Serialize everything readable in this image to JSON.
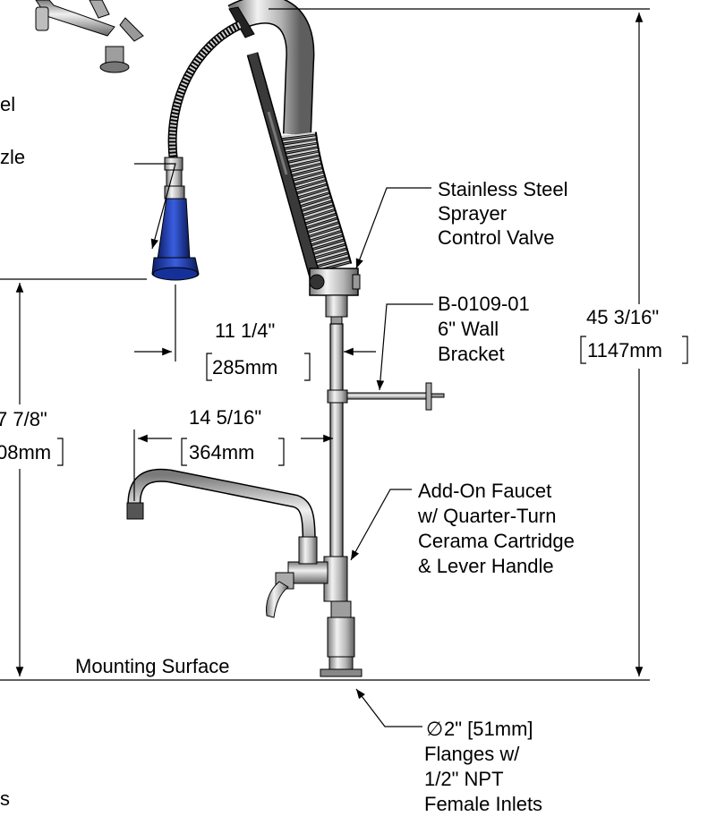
{
  "colors": {
    "line": "#000000",
    "chrome": "#c8c8c8",
    "chrome_dark": "#6e6e6e",
    "nozzle_blue": "#1f3fae",
    "background": "#ffffff"
  },
  "labels": {
    "top_left_partial_1": "el",
    "top_left_partial_2": "zle",
    "control_valve": [
      "Stainless Steel",
      "Sprayer",
      "Control Valve"
    ],
    "wall_bracket": [
      "B-0109-01",
      "6\" Wall",
      "Bracket"
    ],
    "add_on_faucet": [
      "Add-On Faucet",
      "w/ Quarter-Turn",
      "Cerama Cartridge",
      "& Lever Handle"
    ],
    "mounting_surface": "Mounting Surface",
    "flanges": [
      "2\" [51mm]",
      "Flanges w/",
      "1/2\"  NPT",
      "Female Inlets"
    ],
    "flange_symbol": "∅",
    "bottom_left_partial": "s"
  },
  "dimensions": {
    "height_overall": {
      "value": "45 3/16\"",
      "metric": "1147mm"
    },
    "reach_nozzle": {
      "value": "11 1/4\"",
      "metric": "285mm"
    },
    "reach_faucet": {
      "value": "14 5/16\"",
      "metric": "364mm"
    },
    "nozzle_height_partial": {
      "value": "7 7/8\"",
      "metric": "08mm"
    }
  }
}
